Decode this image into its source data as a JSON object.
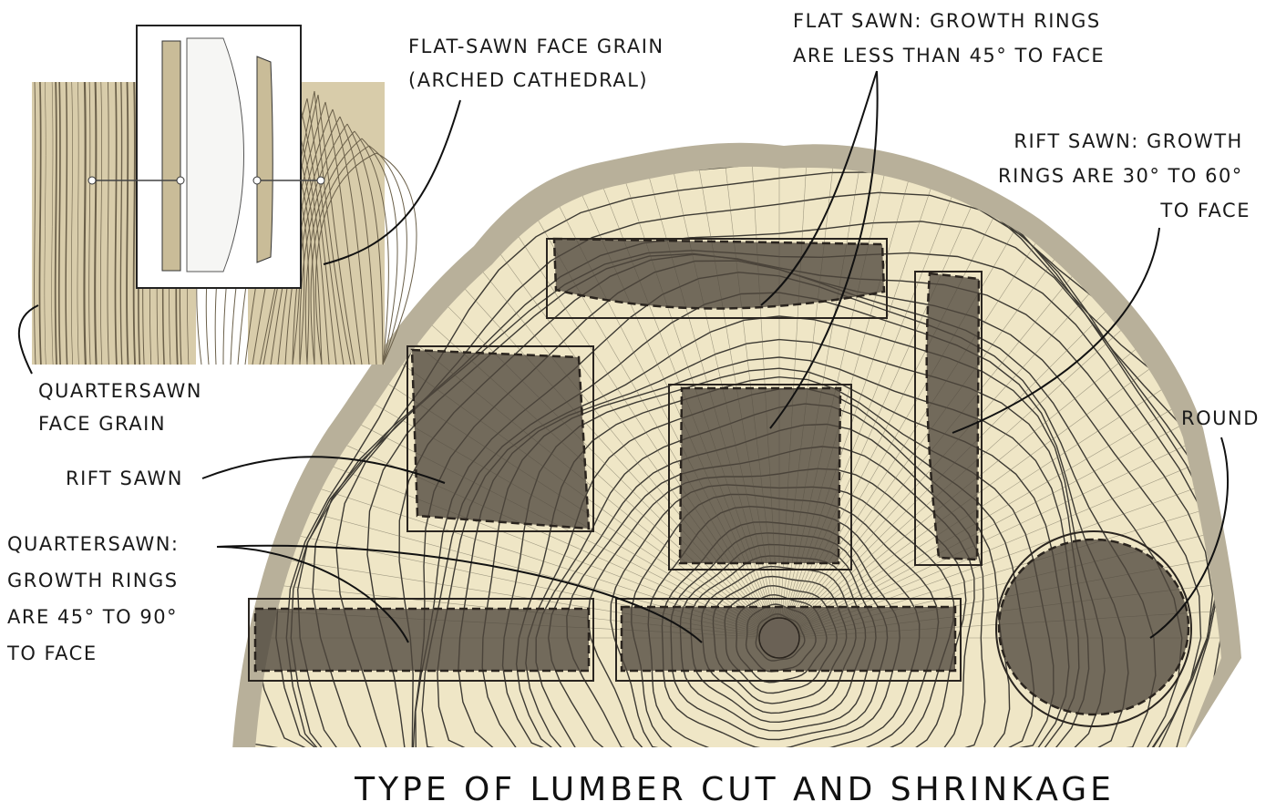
{
  "title": "TYPE OF LUMBER CUT AND SHRINKAGE",
  "labels": {
    "flat_sawn_face_grain": [
      "FLAT-SAWN FACE GRAIN",
      "(ARCHED CATHEDRAL)"
    ],
    "flat_sawn": [
      "FLAT SAWN: GROWTH RINGS",
      "ARE LESS THAN 45° TO FACE"
    ],
    "rift_sawn_desc": [
      "RIFT SAWN: GROWTH",
      "RINGS ARE 30° TO 60°",
      "TO FACE"
    ],
    "round": "ROUND",
    "quartersawn_face_grain": [
      "QUARTERSAWN",
      "FACE GRAIN"
    ],
    "rift_sawn": "RIFT SAWN",
    "quartersawn": [
      "QUARTERSAWN:",
      "GROWTH RINGS",
      "ARE 45° TO 90°",
      "TO FACE"
    ]
  },
  "colors": {
    "wood": "#efe6c6",
    "bark": "#b8b09a",
    "cut": "#4e463c",
    "grain": "#d8ccaa"
  }
}
